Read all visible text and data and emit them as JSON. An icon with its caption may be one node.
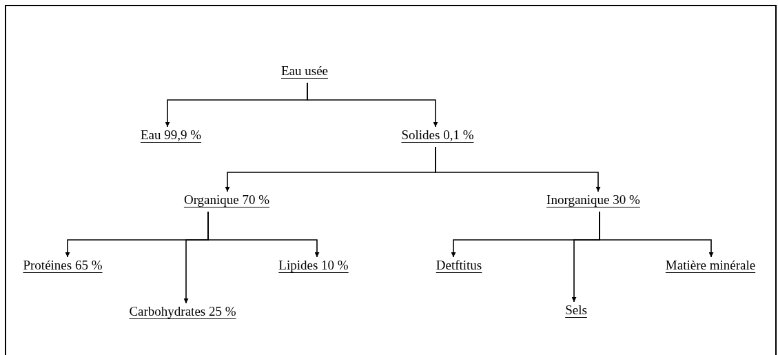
{
  "diagram": {
    "nodes": [
      {
        "text": [
          "Eau usée"
        ]
      },
      {
        "text": [
          "Eau 99,9 %"
        ]
      },
      {
        "text": [
          "Solides 0,1 %"
        ]
      },
      {
        "text": [
          "Organique 70 %"
        ]
      },
      {
        "text": [
          "Inorganique 30 %"
        ]
      },
      {
        "text": [
          "Protéines 65 %"
        ]
      },
      {
        "text": [
          "Carbohydrates 25 %"
        ]
      },
      {
        "text": [
          "Lipides 10 %"
        ]
      },
      {
        "text": [
          "Detftitus"
        ]
      },
      {
        "text": [
          "Sels"
        ]
      },
      {
        "text": [
          "Matière minérale"
        ]
      }
    ],
    "edges": [
      {
        "from": 0,
        "to": 1,
        "arrow": "to"
      },
      {
        "from": 0,
        "to": 2,
        "arrow": "to"
      },
      {
        "from": 2,
        "to": 3,
        "arrow": "to"
      },
      {
        "from": 2,
        "to": 4,
        "arrow": "to"
      },
      {
        "from": 3,
        "to": 5,
        "arrow": "to"
      },
      {
        "from": 3,
        "to": 6,
        "arrow": "to"
      },
      {
        "from": 3,
        "to": 7,
        "arrow": "to"
      },
      {
        "from": 4,
        "to": 8,
        "arrow": "to"
      },
      {
        "from": 4,
        "to": 9,
        "arrow": "to"
      },
      {
        "from": 4,
        "to": 10,
        "arrow": "to"
      }
    ]
  }
}
